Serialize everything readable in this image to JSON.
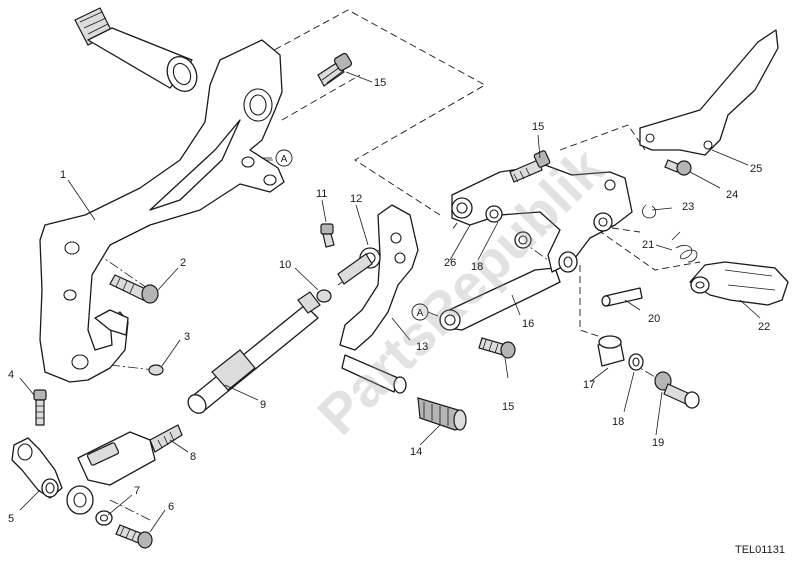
{
  "diagram": {
    "drawing_code": "TEL01131",
    "watermark": "PartsRepublik",
    "reference_marker": "A",
    "callouts": [
      {
        "id": "c1",
        "label": "1"
      },
      {
        "id": "c2",
        "label": "2"
      },
      {
        "id": "c3",
        "label": "3"
      },
      {
        "id": "c4",
        "label": "4"
      },
      {
        "id": "c5",
        "label": "5"
      },
      {
        "id": "c6",
        "label": "6"
      },
      {
        "id": "c7",
        "label": "7"
      },
      {
        "id": "c8",
        "label": "8"
      },
      {
        "id": "c9",
        "label": "9"
      },
      {
        "id": "c10",
        "label": "10"
      },
      {
        "id": "c11",
        "label": "11"
      },
      {
        "id": "c12",
        "label": "12"
      },
      {
        "id": "c13",
        "label": "13"
      },
      {
        "id": "c14",
        "label": "14"
      },
      {
        "id": "c15a",
        "label": "15"
      },
      {
        "id": "c15b",
        "label": "15"
      },
      {
        "id": "c15c",
        "label": "15"
      },
      {
        "id": "c16",
        "label": "16"
      },
      {
        "id": "c17",
        "label": "17"
      },
      {
        "id": "c18a",
        "label": "18"
      },
      {
        "id": "c18b",
        "label": "18"
      },
      {
        "id": "c19",
        "label": "19"
      },
      {
        "id": "c20",
        "label": "20"
      },
      {
        "id": "c21",
        "label": "21"
      },
      {
        "id": "c22",
        "label": "22"
      },
      {
        "id": "c23",
        "label": "23"
      },
      {
        "id": "c24",
        "label": "24"
      },
      {
        "id": "c25",
        "label": "25"
      },
      {
        "id": "c26",
        "label": "26"
      }
    ]
  }
}
